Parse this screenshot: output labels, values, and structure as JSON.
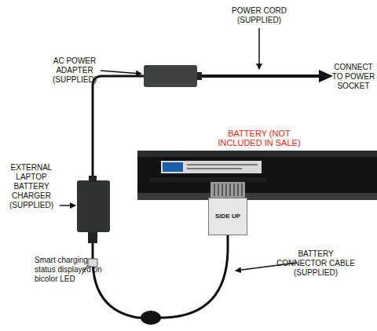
{
  "diagram": {
    "nodes": [
      {
        "text": [
          "BATTERY (NOT INCLUDED IN SALE)"
        ]
      },
      {
        "text": [
          "SIDE UP"
        ]
      }
    ],
    "labels": [
      "POWER CORD (SUPPLIED)",
      "AC POWER ADAPTER (SUPPLIED)",
      "CONNECT TO POWER SOCKET",
      "EXTERNAL LAPTOP BATTERY CHARGER (SUPPLIED)",
      "Smart charging status displayed on bicolor LED",
      "BATTERY CONNECTOR CABLE (SUPPLIED)"
    ]
  }
}
